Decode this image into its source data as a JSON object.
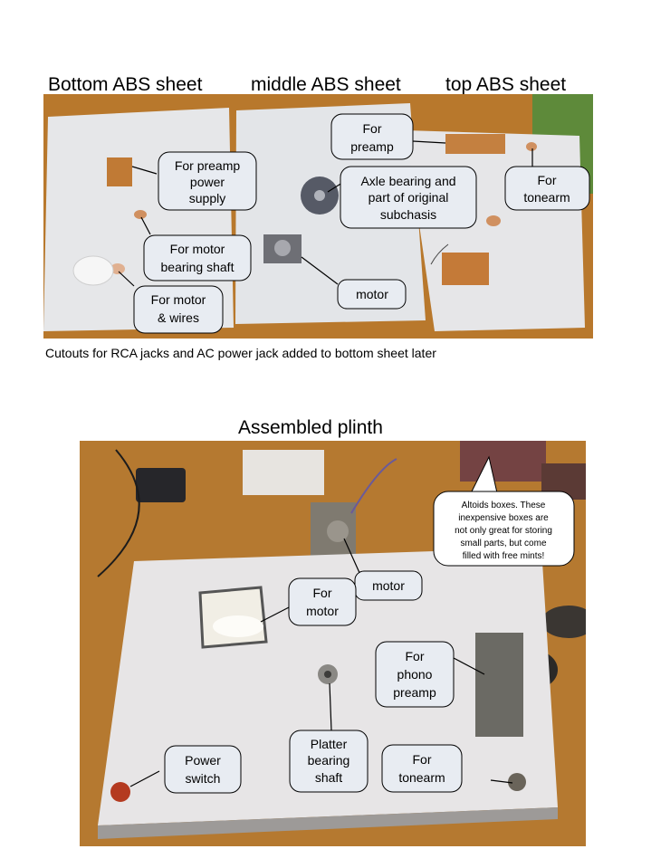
{
  "top_section": {
    "labels": {
      "bottom_sheet": "Bottom ABS sheet",
      "middle_sheet": "middle ABS sheet",
      "top_sheet": "top ABS sheet"
    },
    "callouts": {
      "preamp_power": [
        "For preamp",
        "power",
        "supply"
      ],
      "motor_bearing": [
        "For motor",
        "bearing shaft"
      ],
      "motor_wires": [
        "For motor",
        "& wires"
      ],
      "preamp": [
        "For",
        "preamp"
      ],
      "axle_bearing": [
        "Axle bearing and",
        "part of original",
        "subchasis"
      ],
      "motor": [
        "motor"
      ],
      "tonearm": [
        "For",
        "tonearm"
      ]
    },
    "caption": "Cutouts for RCA jacks and AC power jack added to bottom sheet later"
  },
  "bottom_section": {
    "title": "Assembled plinth",
    "callouts": {
      "altoids": [
        "Altoids boxes.  These",
        "inexpensive boxes are",
        "not only great for storing",
        "small parts, but come",
        "filled with free mints!"
      ],
      "motor": [
        "motor"
      ],
      "for_motor": [
        "For",
        "motor"
      ],
      "phono_preamp": [
        "For",
        "phono",
        "preamp"
      ],
      "power_switch": [
        "Power",
        "switch"
      ],
      "platter_bearing": [
        "Platter",
        "bearing",
        "shaft"
      ],
      "tonearm": [
        "For",
        "tonearm"
      ]
    }
  }
}
